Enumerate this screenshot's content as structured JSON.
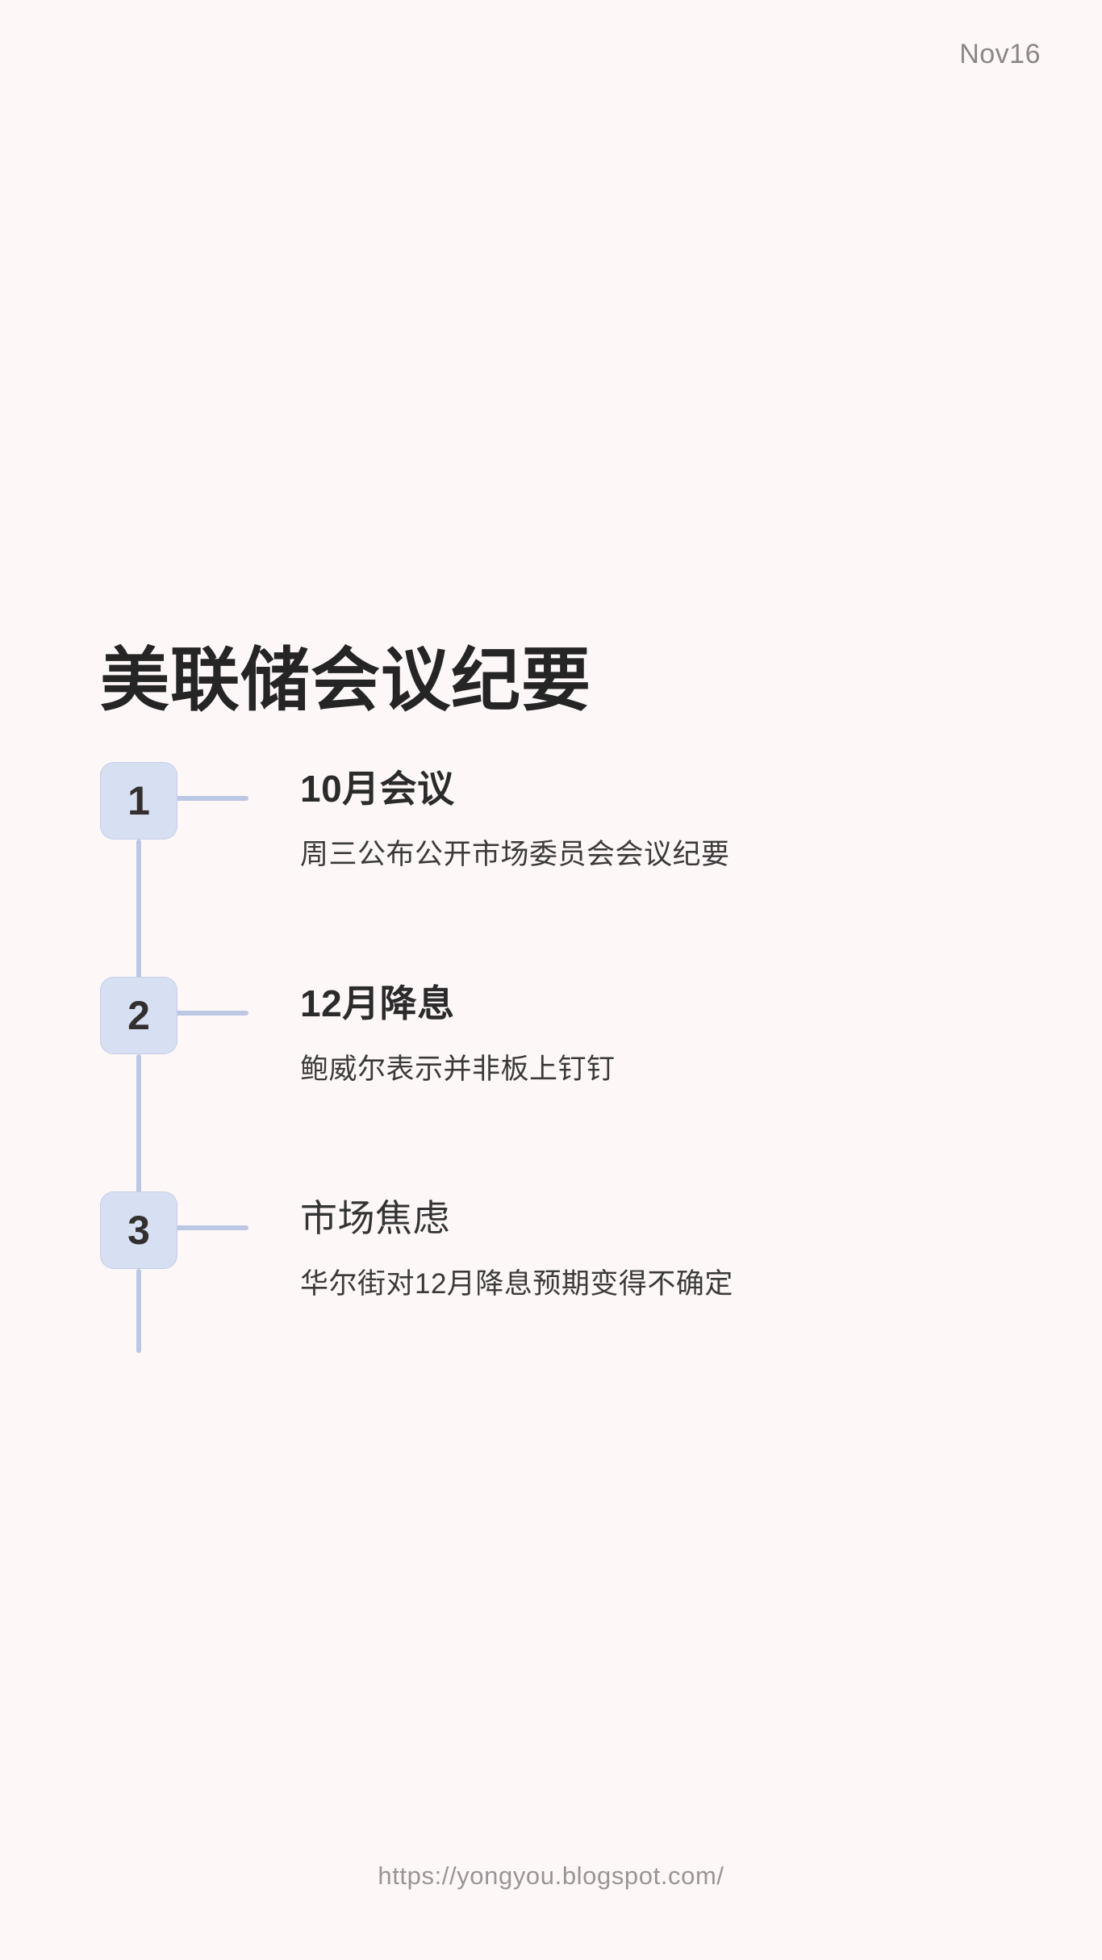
{
  "page": {
    "background_color": "#fdf8f7",
    "accent_color": "#d7dff3",
    "line_color": "#bcc7e4",
    "title_color": "#252525",
    "muted_color": "#8d8689"
  },
  "header": {
    "date_label": "Nov16"
  },
  "title": {
    "text": "美联储会议纪要"
  },
  "timeline": {
    "items": [
      {
        "number": "1",
        "heading": "10月会议",
        "heading_weight": "bold",
        "description": "周三公布公开市场委员会会议纪要"
      },
      {
        "number": "2",
        "heading": "12月降息",
        "heading_weight": "bold",
        "description": "鲍威尔表示并非板上钉钉"
      },
      {
        "number": "3",
        "heading": "市场焦虑",
        "heading_weight": "regular",
        "description": "华尔街对12月降息预期变得不确定"
      }
    ]
  },
  "footer": {
    "url": "https://yongyou.blogspot.com/"
  }
}
